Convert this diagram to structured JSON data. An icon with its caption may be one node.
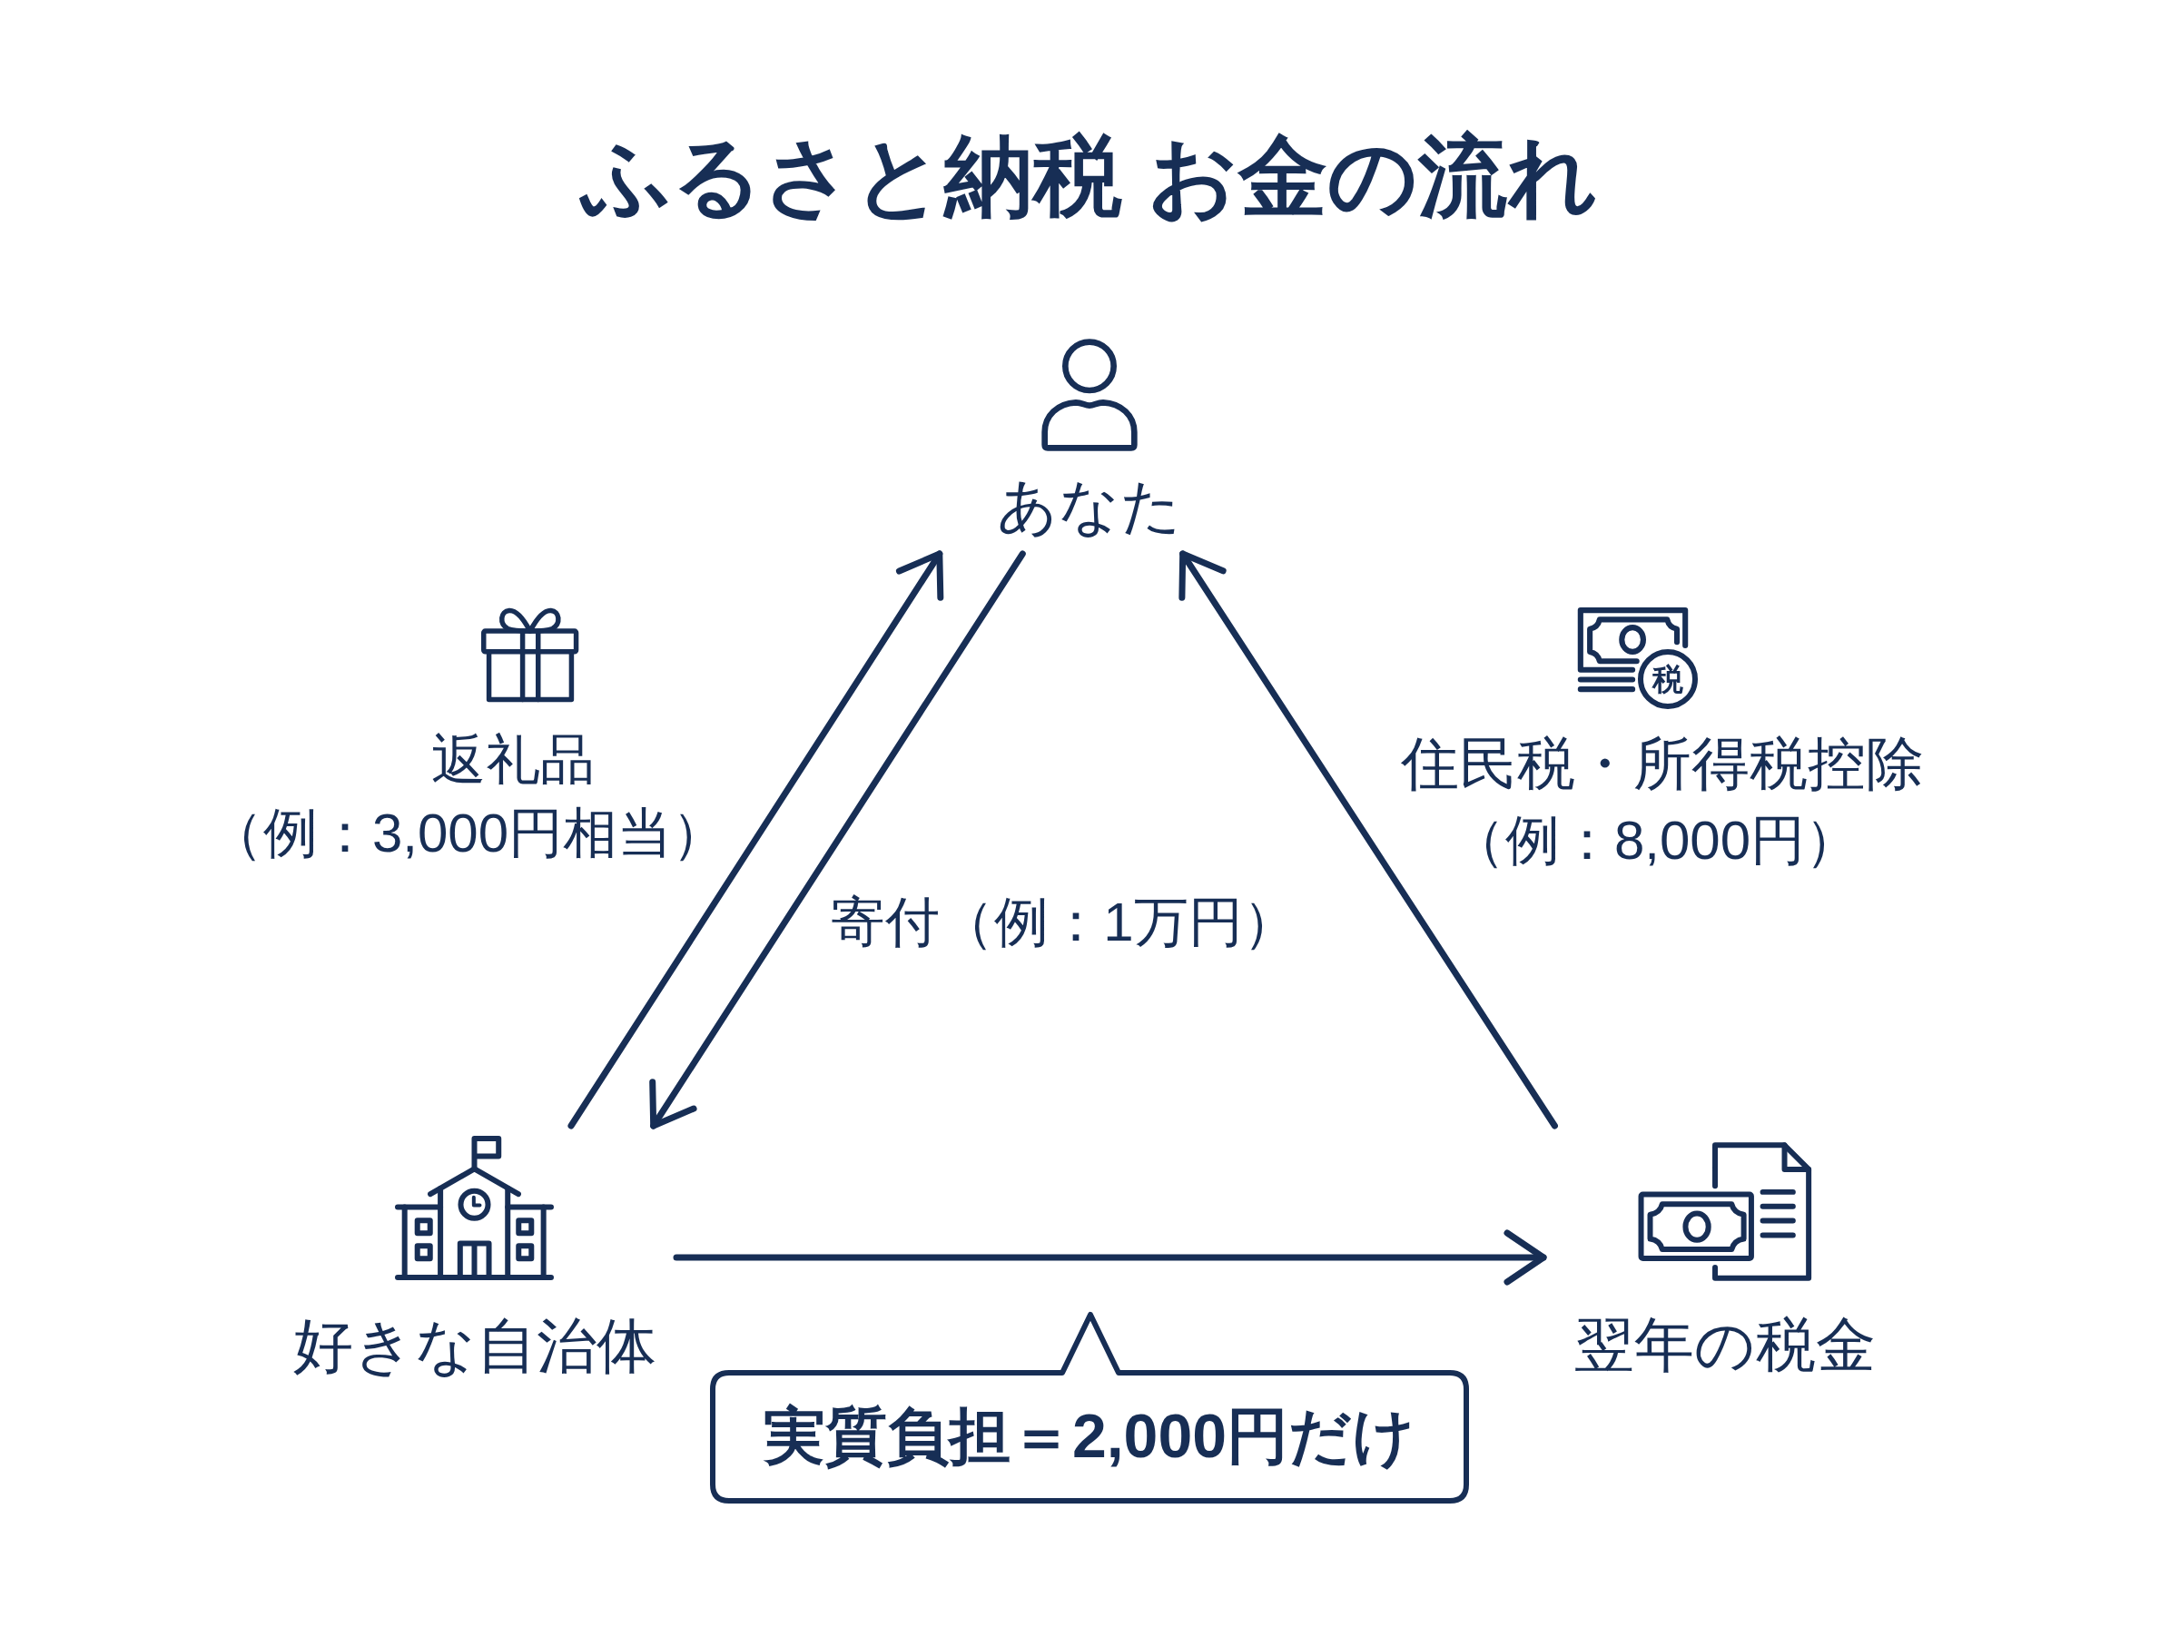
{
  "diagram": {
    "title": "ふるさと納税 お金の流れ",
    "nodes": [
      {
        "text": [
          "あなた"
        ]
      },
      {
        "text": [
          "好きな自治体"
        ]
      },
      {
        "text": [
          "翌年の税金"
        ]
      },
      {
        "text": [
          "実質負担＝2,000円だけ"
        ]
      }
    ],
    "edges": [
      {
        "from": 0,
        "to": 1,
        "arrow": "to",
        "label": "寄付（例：1万円）"
      },
      {
        "from": 1,
        "to": 0,
        "arrow": "to",
        "label": "返礼品"
      },
      {
        "from": 2,
        "to": 0,
        "arrow": "to",
        "label": "住民税・所得税控除"
      },
      {
        "from": 1,
        "to": 2,
        "arrow": "to"
      }
    ],
    "labels": [
      "（例：3,000円相当）",
      "税",
      "（例：8,000円）"
    ]
  }
}
